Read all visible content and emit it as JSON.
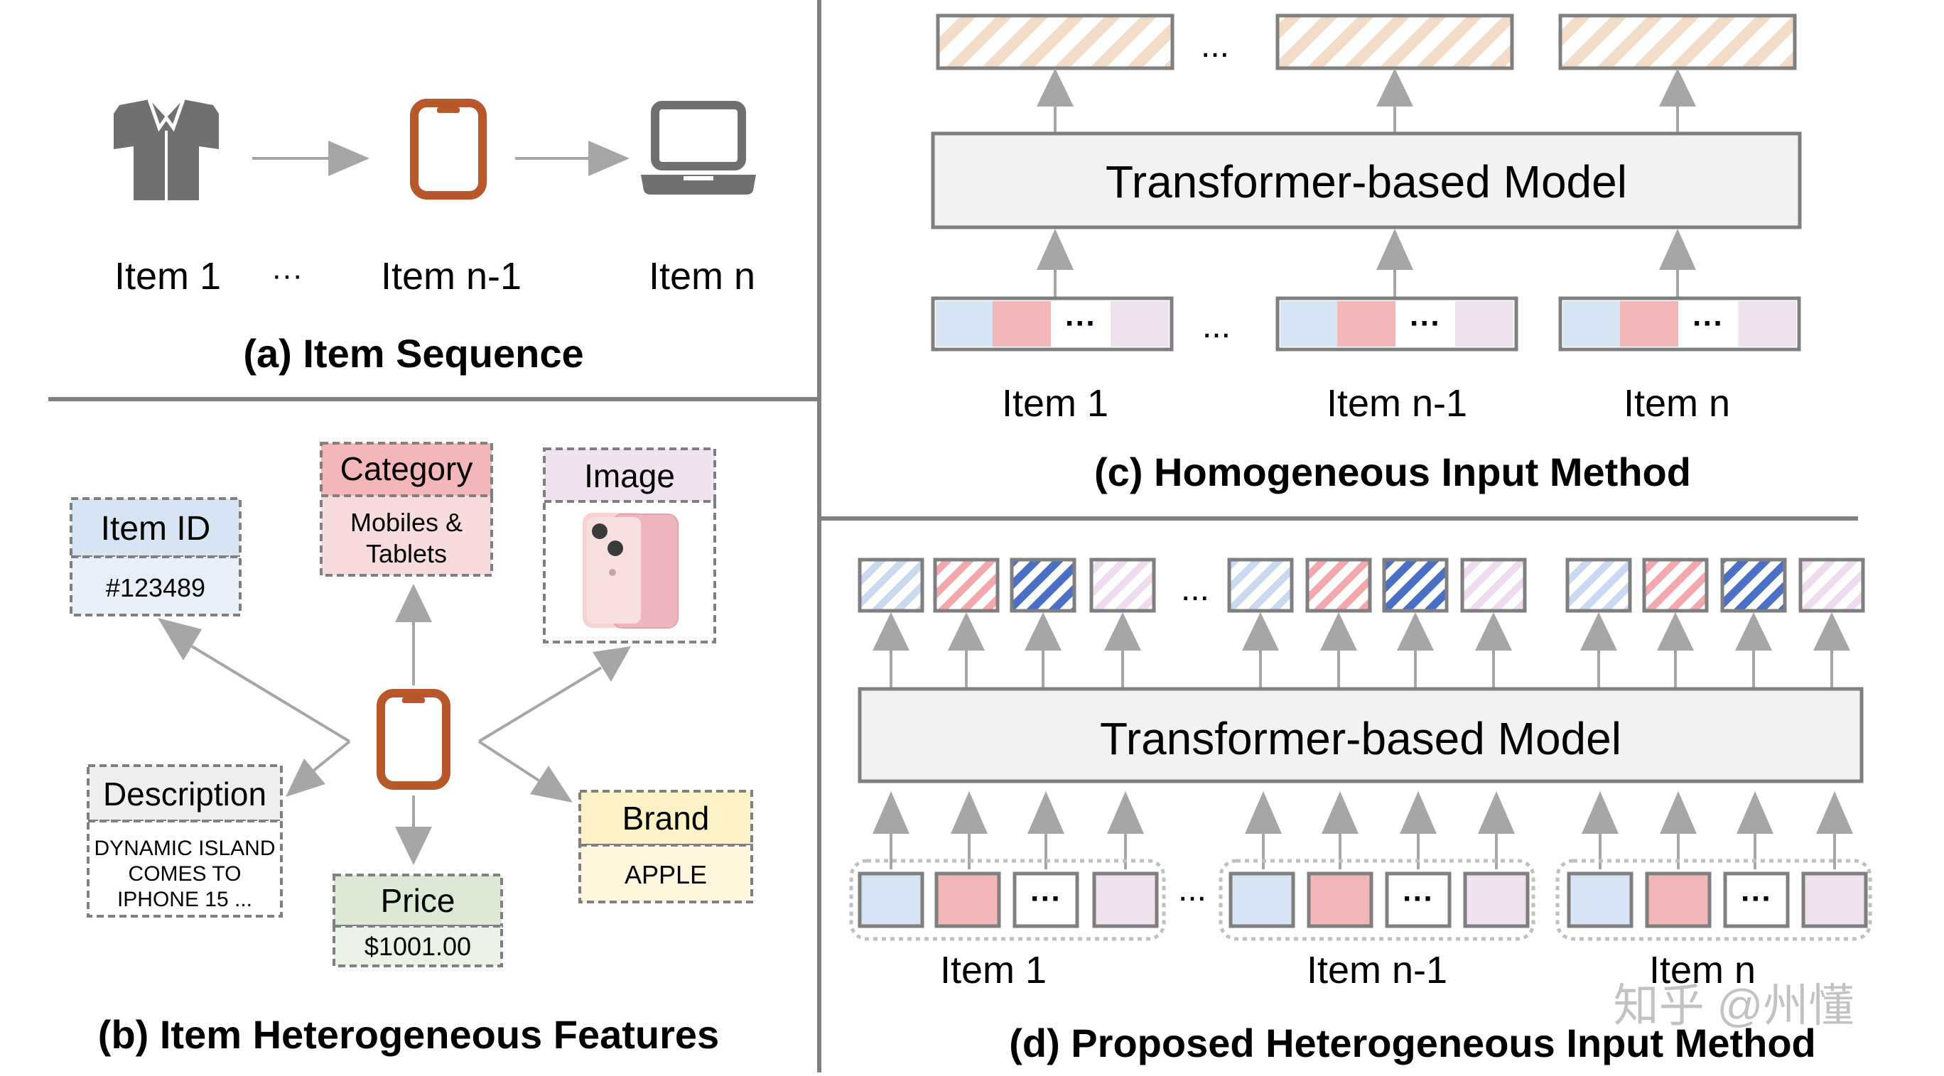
{
  "panel_a": {
    "title": "(a) Item Sequence",
    "item_1": "Item 1",
    "ellipsis": "···",
    "item_n1": "Item n-1",
    "item_n": "Item n",
    "icons": [
      "shirt-icon",
      "phone-icon",
      "laptop-icon"
    ]
  },
  "panel_b": {
    "title": "(b) Item Heterogeneous Features",
    "item_id_header": "Item ID",
    "item_id_value": "#123489",
    "category_header": "Category",
    "category_value_line1": "Mobiles &",
    "category_value_line2": "Tablets",
    "image_header": "Image",
    "description_header": "Description",
    "description_line1": "DYNAMIC ISLAND",
    "description_line2": "COMES TO",
    "description_line3": "IPHONE 15 ...",
    "price_header": "Price",
    "price_value": "$1001.00",
    "brand_header": "Brand",
    "brand_value": "APPLE"
  },
  "panel_c": {
    "title": "(c) Homogeneous Input Method",
    "model": "Transformer-based Model",
    "ellipsis_top": "...",
    "ellipsis_bottom": "...",
    "cell_dots": "···",
    "item_1": "Item 1",
    "item_n1": "Item n-1",
    "item_n": "Item n"
  },
  "panel_d": {
    "title": "(d) Proposed Heterogeneous Input Method",
    "model": "Transformer-based Model",
    "ellipsis_top": "...",
    "ellipsis_bottom": "...",
    "cell_dots": "···",
    "item_1": "Item 1",
    "item_n1": "Item n-1",
    "item_n": "Item n"
  },
  "watermark": "知乎 @州懂",
  "colors": {
    "id_blue": "#d6e4f3",
    "category_red": "#f4b7b9",
    "image_pink": "#f0e2ef",
    "desc_gray": "#eeeeee",
    "price_green": "#dbe9d5",
    "brand_yellow": "#fdf1c6",
    "accent_orange": "#b8582a",
    "model_fill": "#f2f2f2",
    "arrow_gray": "#a6a6a6",
    "divider": "#7f7f7f",
    "dark_blue_stripe": "#4a6fc4"
  }
}
